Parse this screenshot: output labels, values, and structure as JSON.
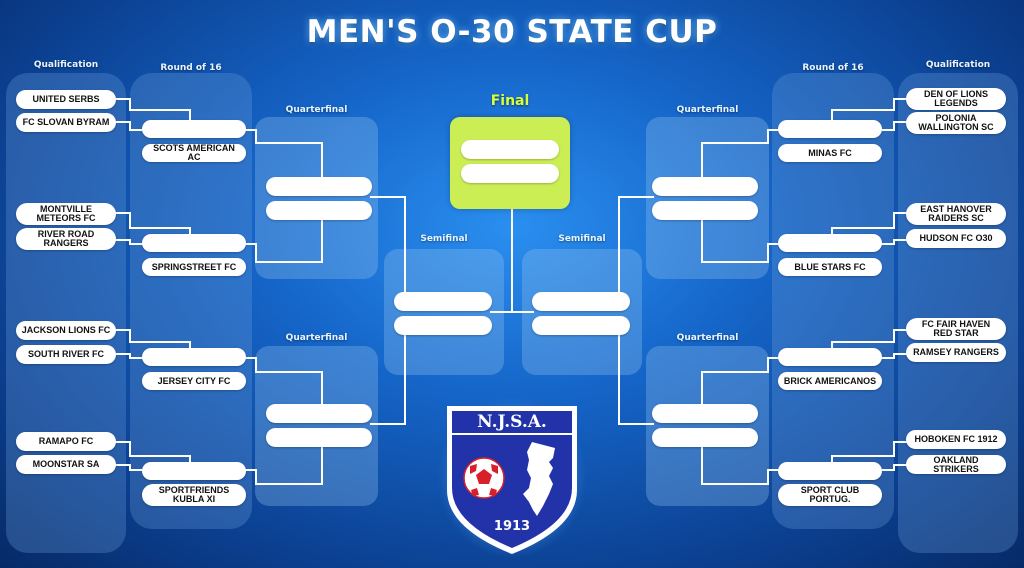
{
  "title": "MEN'S O-30 STATE CUP",
  "labels": {
    "qualification": "Qualification",
    "round16": "Round of 16",
    "quarterfinal": "Quarterfinal",
    "semifinal": "Semifinal",
    "final": "Final"
  },
  "left": {
    "qualification": [
      "UNITED SERBS",
      "FC SLOVAN BYRAM",
      "MONTVILLE\nMETEORS FC",
      "RIVER ROAD\nRANGERS",
      "JACKSON LIONS FC",
      "SOUTH RIVER FC",
      "RAMAPO FC",
      "MOONSTAR SA"
    ],
    "round16": [
      "SCOTS AMERICAN AC",
      "SPRINGSTREET FC",
      "JERSEY CITY FC",
      "SPORTFRIENDS\nKUBLA XI"
    ]
  },
  "right": {
    "qualification": [
      "DEN OF LIONS\nLEGENDS",
      "POLONIA\nWALLINGTON SC",
      "EAST HANOVER\nRAIDERS SC",
      "HUDSON FC O30",
      "FC FAIR HAVEN\nRED STAR",
      "RAMSEY RANGERS",
      "HOBOKEN FC 1912",
      "OAKLAND STRIKERS"
    ],
    "round16": [
      "MINAS FC",
      "BLUE STARS FC",
      "BRICK AMERICANOS",
      "SPORT CLUB\nPORTUG."
    ]
  },
  "logo": {
    "text": "N.J.S.A.",
    "year": "1913"
  },
  "colors": {
    "final_box": "#ccee55",
    "final_label": "#d8ff3c",
    "logo_blue": "#2233aa",
    "ball_red": "#d8202a"
  }
}
